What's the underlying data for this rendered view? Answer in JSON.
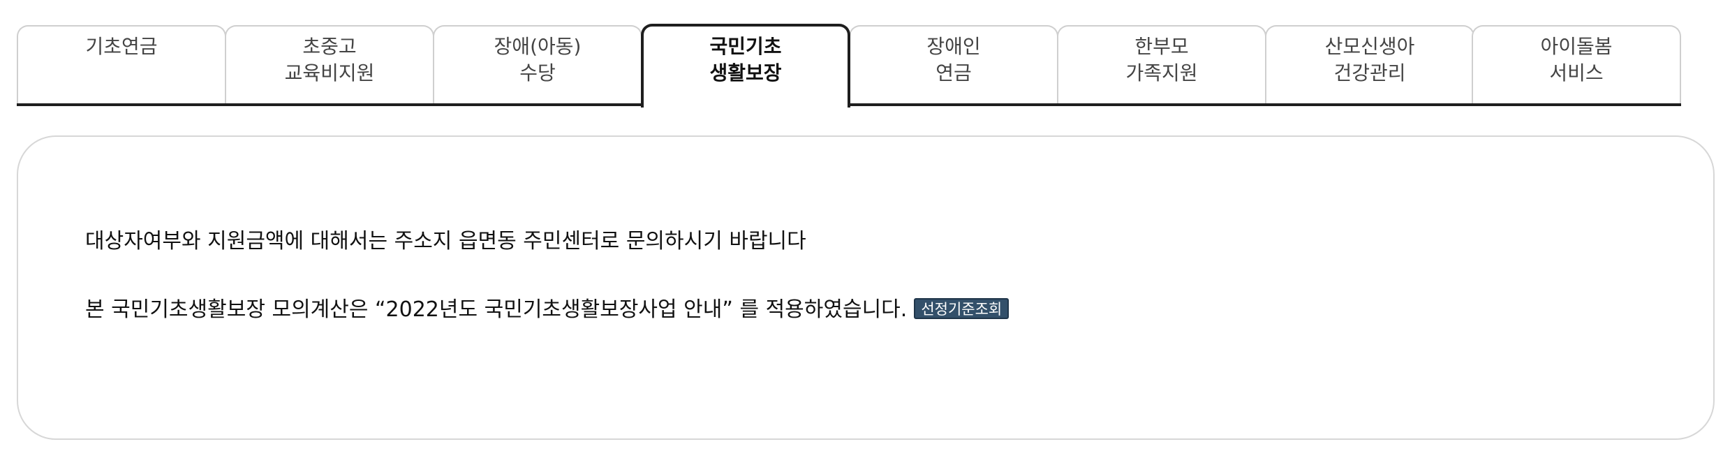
{
  "tabs": [
    {
      "line1": "기초연금",
      "line2": ""
    },
    {
      "line1": "초중고",
      "line2": "교육비지원"
    },
    {
      "line1": "장애(아동)",
      "line2": "수당"
    },
    {
      "line1": "국민기초",
      "line2": "생활보장"
    },
    {
      "line1": "장애인",
      "line2": "연금"
    },
    {
      "line1": "한부모",
      "line2": "가족지원"
    },
    {
      "line1": "산모신생아",
      "line2": "건강관리"
    },
    {
      "line1": "아이돌봄",
      "line2": "서비스"
    }
  ],
  "content": {
    "notice": "대상자여부와 지원금액에 대해서는 주소지 읍면동 주민센터로 문의하시기 바랍니다",
    "applied": "본 국민기초생활보장 모의계산은 “2022년도 국민기초생활보장사업 안내” 를 적용하였습니다.",
    "criteria_button": "선정기준조회"
  }
}
